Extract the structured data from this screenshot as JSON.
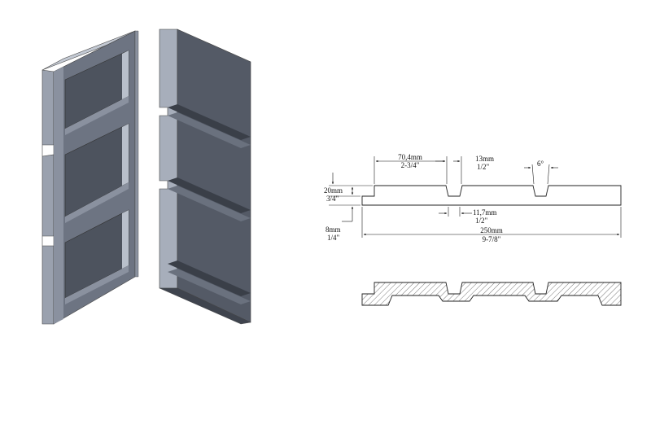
{
  "colors": {
    "panel_light": "#a7aebb",
    "panel_mid": "#7e8594",
    "panel_dark": "#545a66",
    "panel_deep": "#3f444e",
    "line": "#222222",
    "hatch": "#555555"
  },
  "dimensions": {
    "groove_spacing": {
      "metric": "70,4mm",
      "imperial": "2-3/4\""
    },
    "groove_top_width": {
      "metric": "13mm",
      "imperial": "1/2\""
    },
    "groove_angle": {
      "label": "6°"
    },
    "thickness": {
      "metric": "20mm",
      "imperial": "3/4\""
    },
    "groove_bottom_width": {
      "metric": "11,7mm",
      "imperial": "1/2\""
    },
    "tongue_depth": {
      "metric": "8mm",
      "imperial": "1/4\""
    },
    "total_width": {
      "metric": "250mm",
      "imperial": "9-7/8\""
    }
  }
}
